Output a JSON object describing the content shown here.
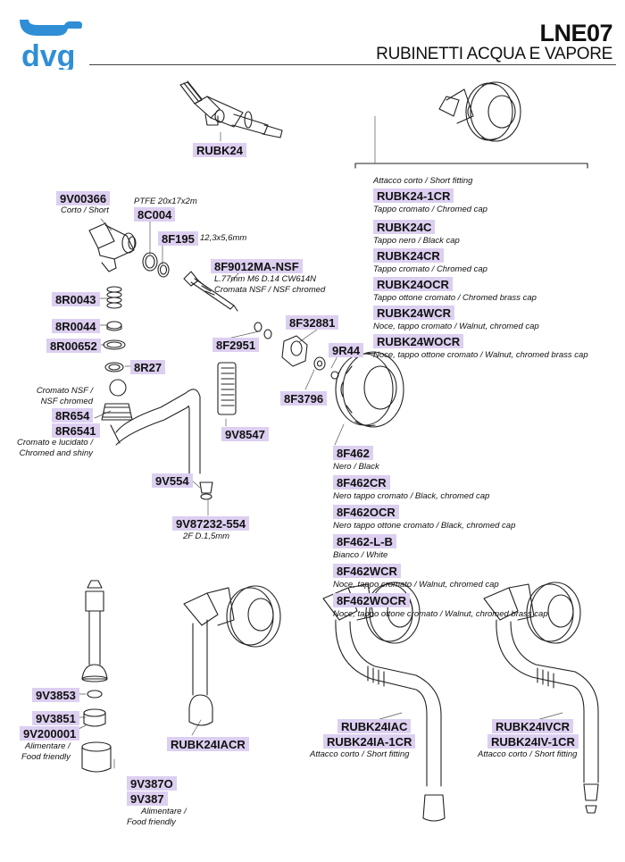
{
  "header": {
    "brand": "dvg",
    "code": "LNE07",
    "subtitle": "RUBINETTI ACQUA E VAPORE"
  },
  "colors": {
    "label_bg": "#dccff0",
    "logo_blue": "#2f8ed6",
    "line": "#444444"
  },
  "parts": {
    "rubk24": "RUBK24",
    "v9v00366": "9V00366",
    "v9v00366_note": "Corto / Short",
    "ptfe_note": "PTFE 20x17x2m",
    "c8c004": "8C004",
    "f8f195": "8F195",
    "f8f195_note": "12,3x5,6mm",
    "f9012": "8F9012MA-NSF",
    "f9012_note1": "L.77mm M6 D.14 CW614N",
    "f9012_note2": "Cromata NSF / NSF chromed",
    "r0043": "8R0043",
    "r0044": "8R0044",
    "r00652": "8R00652",
    "r27": "8R27",
    "f2951": "8F2951",
    "f32881": "8F32881",
    "r44": "9R44",
    "f3796": "8F3796",
    "r654_note1": "Cromato NSF /",
    "r654_note2": "NSF chromed",
    "r654": "8R654",
    "r6541": "8R6541",
    "r6541_note1": "Cromato e lucidato /",
    "r6541_note2": "Chromed and shiny",
    "v8547": "9V8547",
    "v554": "9V554",
    "v87232": "9V87232-554",
    "v87232_note": "2F D.1,5mm",
    "v3853": "9V3853",
    "v3851": "9V3851",
    "v200001": "9V200001",
    "food1": "Alimentare /",
    "food2": "Food friendly",
    "v387o": "9V387O",
    "v387": "9V387",
    "rubk24iacr": "RUBK24IACR",
    "rubk24iac": "RUBK24IAC",
    "rubk24ia1cr": "RUBK24IA-1CR",
    "rubk24ivcr": "RUBK24IVCR",
    "rubk24iv1cr": "RUBK24IV-1CR",
    "short_fitting": "Attacco corto / Short fitting"
  },
  "cap_list": {
    "header": "Attacco corto / Short fitting",
    "items": [
      {
        "code": "RUBK24-1CR",
        "note": "Tappo cromato / Chromed  cap"
      },
      {
        "code": "RUBK24C",
        "note": "Tappo nero / Black cap"
      },
      {
        "code": "RUBK24CR",
        "note": "Tappo cromato / Chromed  cap"
      },
      {
        "code": "RUBK24OCR",
        "note": "Tappo ottone cromato / Chromed brass cap"
      },
      {
        "code": "RUBK24WCR",
        "note": "Noce, tappo cromato / Walnut, chromed cap"
      },
      {
        "code": "RUBK24WOCR",
        "note": ""
      }
    ],
    "footer": "Noce, tappo ottone cromato / Walnut, chromed brass cap"
  },
  "knob_list": {
    "items": [
      {
        "code": "8F462",
        "note": "Nero / Black"
      },
      {
        "code": "8F462CR",
        "note": "Nero tappo cromato / Black, chromed cap"
      },
      {
        "code": "8F462OCR",
        "note": "Nero tappo ottone cromato / Black, chromed cap"
      },
      {
        "code": "8F462-L-B",
        "note": "Bianco / White"
      },
      {
        "code": "8F462WCR",
        "note": "Noce, tappo cromato / Walnut, chromed cap"
      },
      {
        "code": "8F462WOCR",
        "note": ""
      }
    ],
    "footer": "Noce, tappo ottone cromato / Walnut, chromed  brass cap"
  }
}
